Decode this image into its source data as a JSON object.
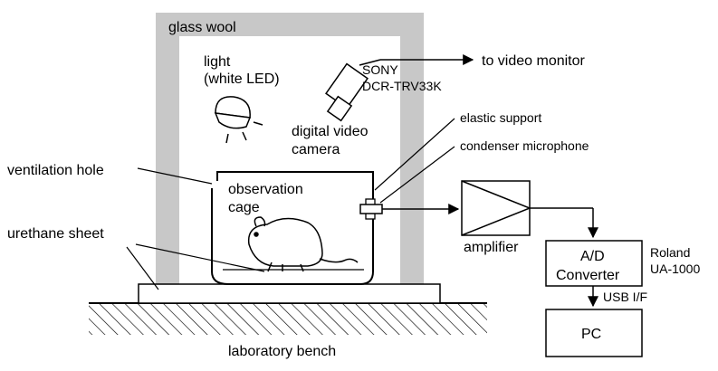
{
  "labels": {
    "glass_wool": "glass wool",
    "light_line1": "light",
    "light_line2": "(white LED)",
    "camera_model_line1": "SONY",
    "camera_model_line2": "DCR-TRV33K",
    "camera_line1": "digital video",
    "camera_line2": "camera",
    "to_monitor": "to video  monitor",
    "elastic_support": "elastic support",
    "condenser_microphone": "condenser microphone",
    "ventilation_hole": "ventilation hole",
    "cage_line1": "observation",
    "cage_line2": "cage",
    "urethane_sheet": "urethane sheet",
    "amplifier": "amplifier",
    "converter_line1": "A/D",
    "converter_line2": "Converter",
    "converter_model_line1": "Roland",
    "converter_model_line2": "UA-1000",
    "usb": "USB I/F",
    "pc": "PC",
    "bench": "laboratory bench"
  },
  "colors": {
    "glass_wool": "#c8c8c8",
    "line": "#000000",
    "background": "#ffffff"
  }
}
